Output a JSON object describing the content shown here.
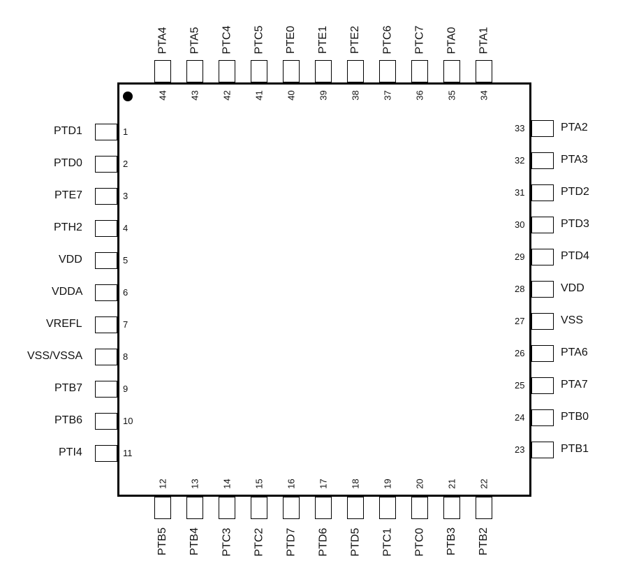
{
  "pins": {
    "left": [
      {
        "num": "1",
        "name": "PTD1"
      },
      {
        "num": "2",
        "name": "PTD0"
      },
      {
        "num": "3",
        "name": "PTE7"
      },
      {
        "num": "4",
        "name": "PTH2"
      },
      {
        "num": "5",
        "name": "VDD"
      },
      {
        "num": "6",
        "name": "VDDA"
      },
      {
        "num": "7",
        "name": "VREFL"
      },
      {
        "num": "8",
        "name": "VSS/VSSA"
      },
      {
        "num": "9",
        "name": "PTB7"
      },
      {
        "num": "10",
        "name": "PTB6"
      },
      {
        "num": "11",
        "name": "PTI4"
      }
    ],
    "bottom": [
      {
        "num": "12",
        "name": "PTB5"
      },
      {
        "num": "13",
        "name": "PTB4"
      },
      {
        "num": "14",
        "name": "PTC3"
      },
      {
        "num": "15",
        "name": "PTC2"
      },
      {
        "num": "16",
        "name": "PTD7"
      },
      {
        "num": "17",
        "name": "PTD6"
      },
      {
        "num": "18",
        "name": "PTD5"
      },
      {
        "num": "19",
        "name": "PTC1"
      },
      {
        "num": "20",
        "name": "PTC0"
      },
      {
        "num": "21",
        "name": "PTB3"
      },
      {
        "num": "22",
        "name": "PTB2"
      }
    ],
    "right": [
      {
        "num": "33",
        "name": "PTA2"
      },
      {
        "num": "32",
        "name": "PTA3"
      },
      {
        "num": "31",
        "name": "PTD2"
      },
      {
        "num": "30",
        "name": "PTD3"
      },
      {
        "num": "29",
        "name": "PTD4"
      },
      {
        "num": "28",
        "name": "VDD"
      },
      {
        "num": "27",
        "name": "VSS"
      },
      {
        "num": "26",
        "name": "PTA6"
      },
      {
        "num": "25",
        "name": "PTA7"
      },
      {
        "num": "24",
        "name": "PTB0"
      },
      {
        "num": "23",
        "name": "PTB1"
      }
    ],
    "top": [
      {
        "num": "44",
        "name": "PTA4"
      },
      {
        "num": "43",
        "name": "PTA5"
      },
      {
        "num": "42",
        "name": "PTC4"
      },
      {
        "num": "41",
        "name": "PTC5"
      },
      {
        "num": "40",
        "name": "PTE0"
      },
      {
        "num": "39",
        "name": "PTE1"
      },
      {
        "num": "38",
        "name": "PTE2"
      },
      {
        "num": "37",
        "name": "PTC6"
      },
      {
        "num": "36",
        "name": "PTC7"
      },
      {
        "num": "35",
        "name": "PTA0"
      },
      {
        "num": "34",
        "name": "PTA1"
      }
    ]
  },
  "colors": {
    "outline": "#000000",
    "text": "#111111",
    "background": "#ffffff"
  }
}
